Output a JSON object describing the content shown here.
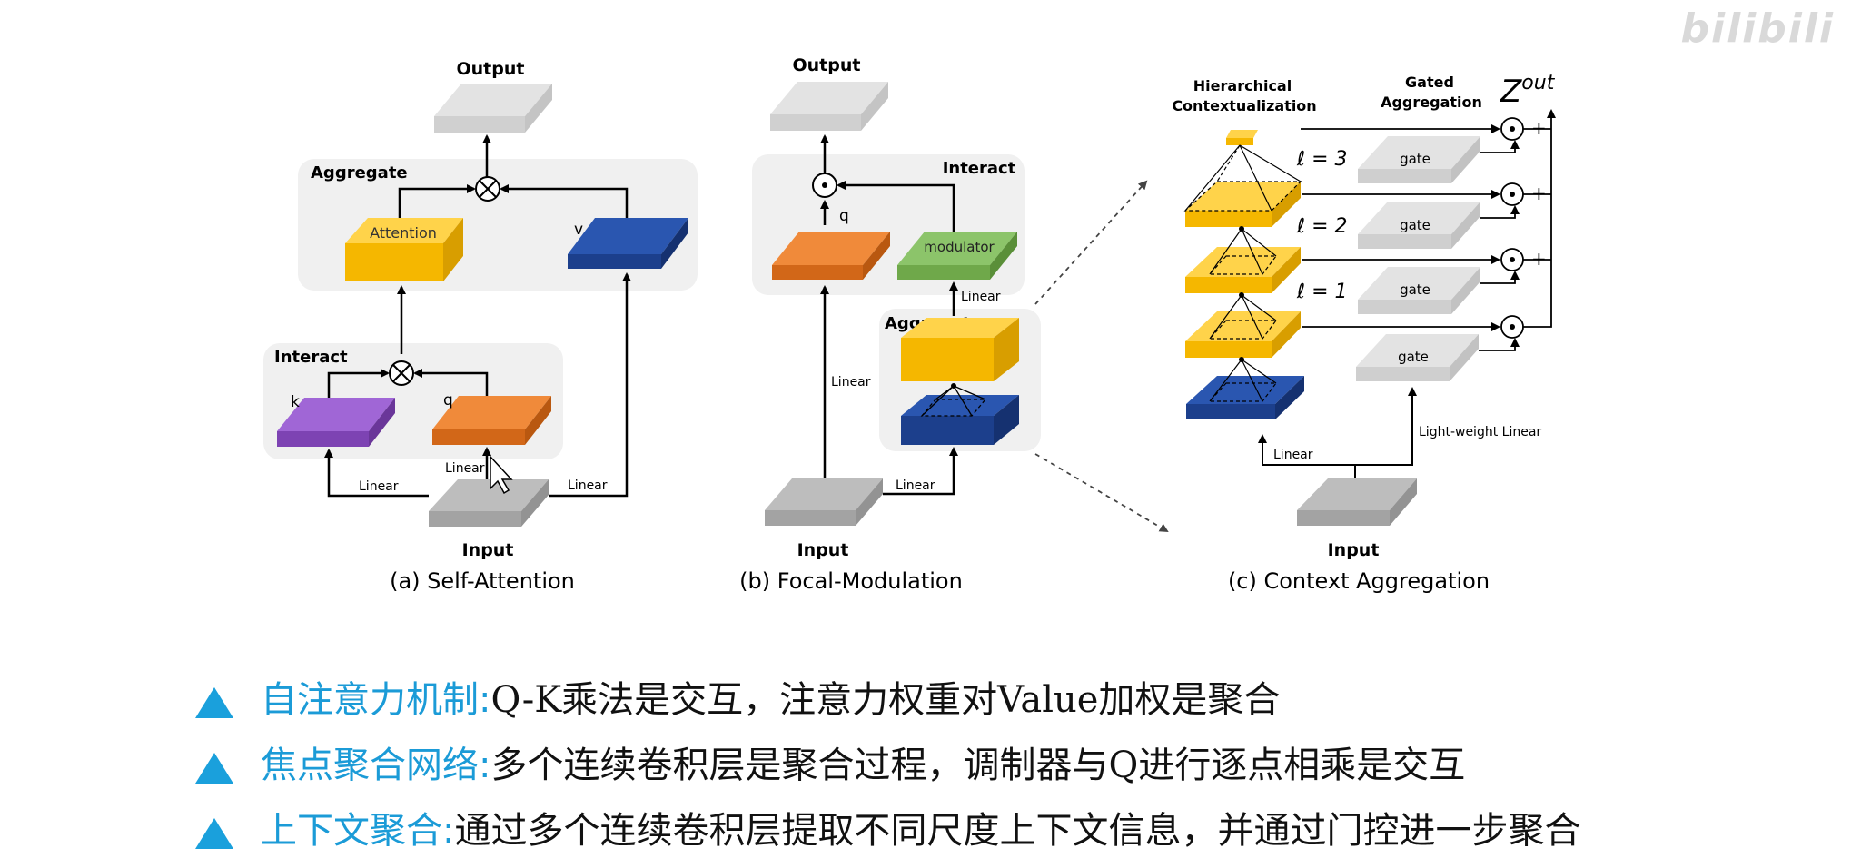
{
  "watermark": "bilibili",
  "panel_a": {
    "output": "Output",
    "aggregate": "Aggregate",
    "attention": "Attention",
    "v": "v",
    "interact": "Interact",
    "k": "k",
    "q": "q",
    "linear_k": "Linear",
    "linear_q": "Linear",
    "linear_v": "Linear",
    "input": "Input",
    "caption": "(a) Self-Attention"
  },
  "panel_b": {
    "output": "Output",
    "interact": "Interact",
    "q": "q",
    "modulator": "modulator",
    "linear_mod": "Linear",
    "aggregate": "Aggregate",
    "linear_q": "Linear",
    "linear_in": "Linear",
    "input": "Input",
    "caption": "(b) Focal-Modulation"
  },
  "panel_c": {
    "hier_title_1": "Hierarchical",
    "hier_title_2": "Contextualization",
    "gated_title_1": "Gated",
    "gated_title_2": "Aggregation",
    "zout_base": "Z",
    "zout_sup": "out",
    "levels": [
      "ℓ = 3",
      "ℓ = 2",
      "ℓ = 1"
    ],
    "gates": [
      "gate",
      "gate",
      "gate",
      "gate"
    ],
    "plus": "+",
    "linear": "Linear",
    "light_linear": "Light-weight Linear",
    "input": "Input",
    "caption": "(c) Context Aggregation"
  },
  "bullets": [
    {
      "head": "自注意力机制:",
      "text": "Q-K乘法是交互，注意力权重对Value加权是聚合"
    },
    {
      "head": "焦点聚合网络:",
      "text": "多个连续卷积层是聚合过程，调制器与Q进行逐点相乘是交互"
    },
    {
      "head": "上下文聚合:",
      "text": "通过多个连续卷积层提取不同尺度上下文信息，并通过门控进一步聚合"
    }
  ],
  "colors": {
    "attention_yellow": "#f5b700",
    "value_blue": "#1c3f8c",
    "key_purple": "#8a4fc0",
    "query_orange": "#e07322",
    "modulator_green": "#6fa84a",
    "layer_gray": "#b7b7b7",
    "output_gray": "#e2e2e2",
    "bullet_blue": "#1b9bd7"
  }
}
